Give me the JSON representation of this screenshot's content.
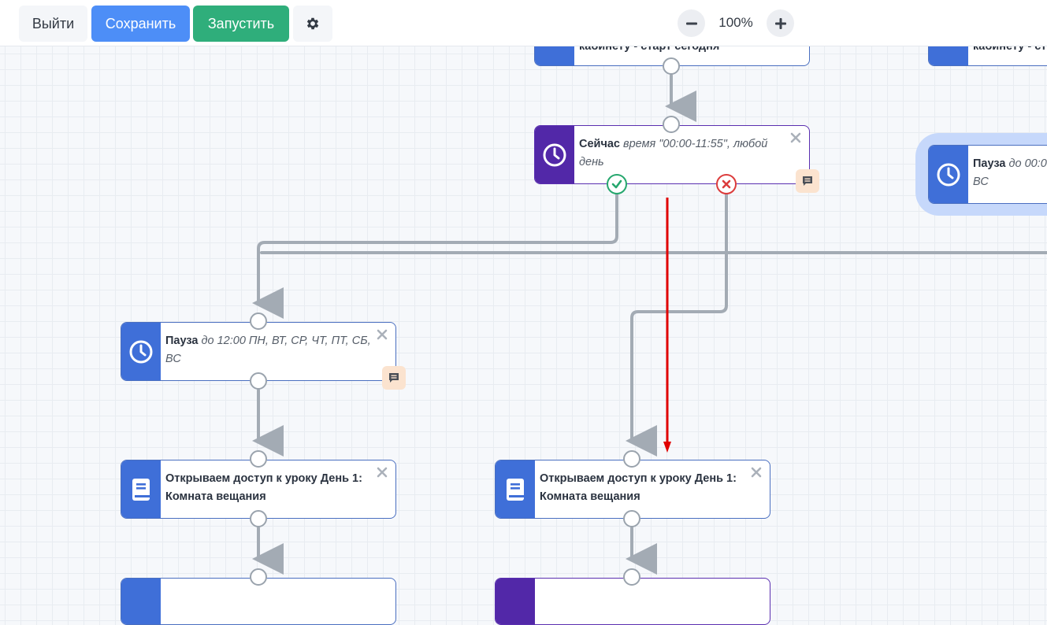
{
  "toolbar": {
    "exit_label": "Выйти",
    "save_label": "Сохранить",
    "run_label": "Запустить",
    "zoom_level": "100%"
  },
  "colors": {
    "primary": "#4d8ef7",
    "success": "#2fae7b",
    "node_blue": "#3f6fd8",
    "node_violet": "#5228a8",
    "error": "#dc3c3c",
    "highlight_arrow": "#e00000"
  },
  "icons": {
    "settings": "gear-icon",
    "zoom_out": "minus-icon",
    "zoom_in": "plus-icon",
    "pause": "clock-icon",
    "lesson": "book-icon",
    "comment": "comment-icon",
    "delete": "close-icon"
  },
  "nodes": {
    "top_left": {
      "text_bold": "кабинету - старт сегодня"
    },
    "top_right": {
      "text_bold": "кабинету - ст"
    },
    "condition": {
      "title": "Сейчас",
      "details": "время \"00:00-11:55\", любой день"
    },
    "pause_main": {
      "title": "Пауза",
      "details": "до 12:00 ПН, ВТ, СР, ЧТ, ПТ, СБ, ВС"
    },
    "pause_right": {
      "title": "Пауза",
      "details": "до 00:0",
      "details_line2": "ВС"
    },
    "lesson_left": {
      "text": "Открываем доступ к уроку День 1: Комната вещания"
    },
    "lesson_right": {
      "text": "Открываем доступ к уроку День 1: Комната вещания"
    }
  }
}
